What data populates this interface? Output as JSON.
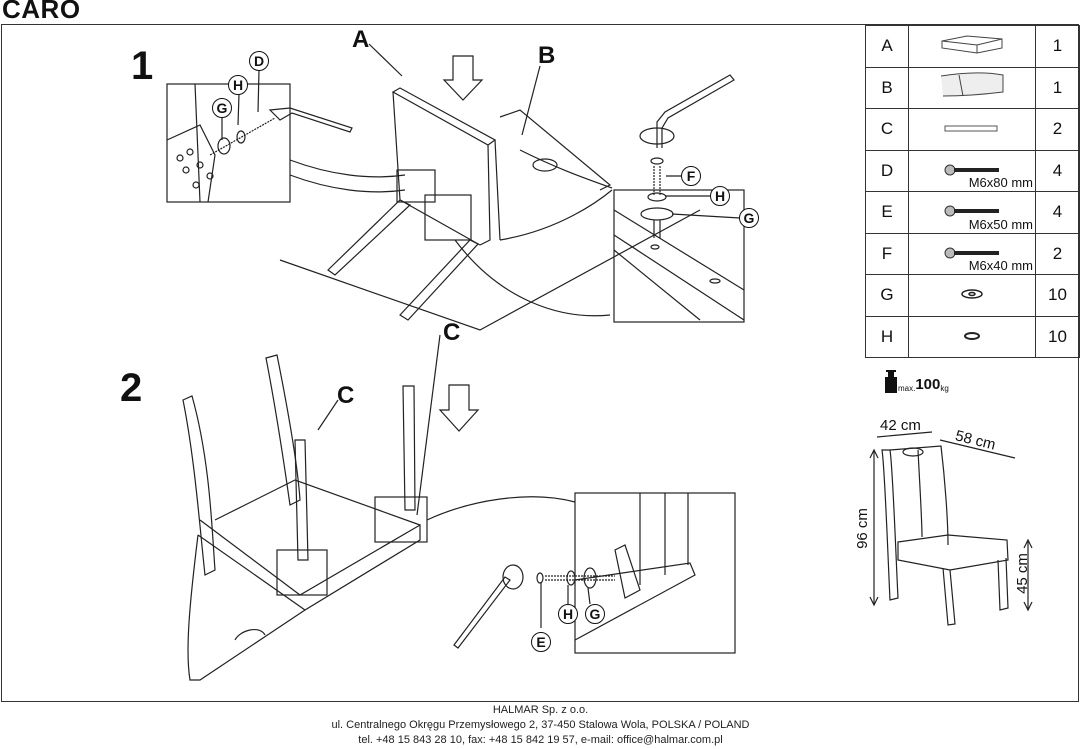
{
  "document": {
    "title": "CARO",
    "steps": [
      "1",
      "2"
    ]
  },
  "step1": {
    "part_labels": [
      "A",
      "B"
    ],
    "hardware_callouts": [
      "D",
      "H",
      "G",
      "F",
      "H",
      "G"
    ]
  },
  "step2": {
    "part_labels": [
      "C",
      "C"
    ],
    "hardware_callouts": [
      "H",
      "G",
      "E"
    ]
  },
  "parts_table": {
    "rows": [
      {
        "letter": "A",
        "icon": "seat-cushion-icon",
        "size": "",
        "qty": "1"
      },
      {
        "letter": "B",
        "icon": "backrest-frame-icon",
        "size": "",
        "qty": "1"
      },
      {
        "letter": "C",
        "icon": "leg-icon",
        "size": "",
        "qty": "2"
      },
      {
        "letter": "D",
        "icon": "bolt-icon",
        "size": "M6x80 mm",
        "qty": "4"
      },
      {
        "letter": "E",
        "icon": "bolt-icon",
        "size": "M6x50 mm",
        "qty": "4"
      },
      {
        "letter": "F",
        "icon": "bolt-icon",
        "size": "M6x40 mm",
        "qty": "2"
      },
      {
        "letter": "G",
        "icon": "flat-washer-icon",
        "size": "",
        "qty": "10"
      },
      {
        "letter": "H",
        "icon": "spring-washer-icon",
        "size": "",
        "qty": "10"
      }
    ]
  },
  "max_load": {
    "prefix": "max.",
    "value": "100",
    "unit": "kg",
    "icon": "weight-icon"
  },
  "dimensions": {
    "width": "42 cm",
    "depth": "58 cm",
    "height": "96 cm",
    "seat_height": "45 cm"
  },
  "footer": {
    "company": "HALMAR Sp. z o.o.",
    "address": "ul. Centralnego Okręgu Przemysłowego 2, 37-450 Stalowa Wola, POLSKA / POLAND",
    "contact": "tel. +48 15 843 28 10, fax: +48 15 842 19 57, e-mail: office@halmar.com.pl"
  }
}
